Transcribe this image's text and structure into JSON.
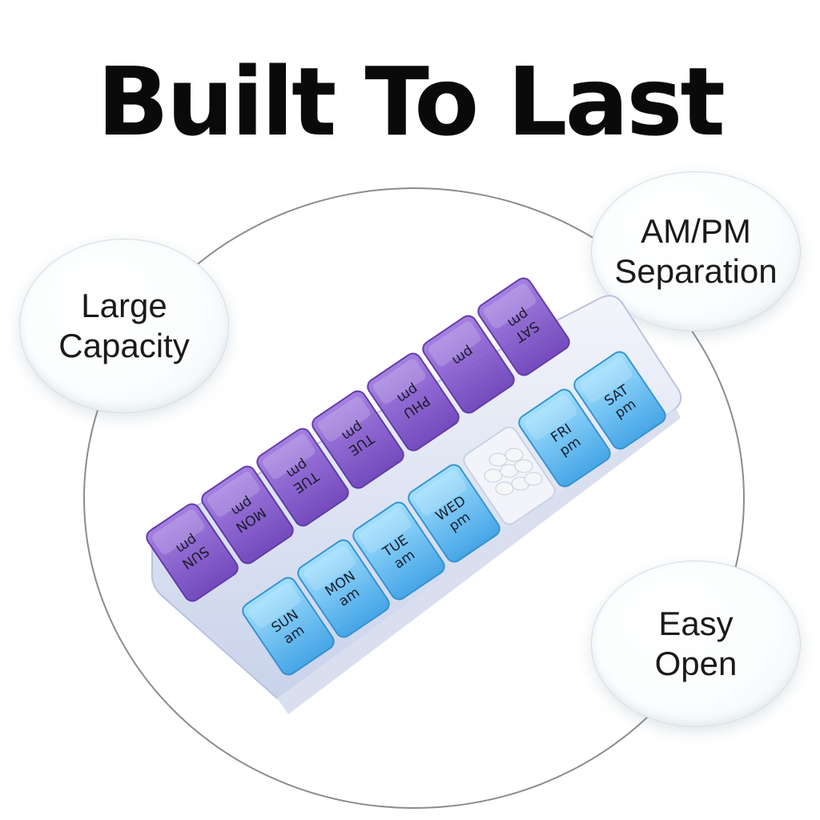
{
  "headline": "Built To Last",
  "features": {
    "capacity": [
      "Large",
      "Capacity"
    ],
    "ampm": [
      "AM/PM",
      "Separation"
    ],
    "open": [
      "Easy",
      "Open"
    ]
  },
  "colors": {
    "pm_lid": "#8a5bd0",
    "am_lid": "#5ab8ee",
    "base": "#e9edf7",
    "pill": "#f4f6f8"
  },
  "compartments": {
    "pm": [
      {
        "day": "SUN",
        "period": "pm"
      },
      {
        "day": "MON",
        "period": "pm"
      },
      {
        "day": "TUE",
        "period": "pm"
      },
      {
        "day": "TUE",
        "period": "pm"
      },
      {
        "day": "PHU",
        "period": "pm"
      },
      {
        "day": "",
        "period": "pm"
      },
      {
        "day": "SAT",
        "period": "pm"
      }
    ],
    "am": [
      {
        "day": "SUN",
        "period": "am"
      },
      {
        "day": "MON",
        "period": "am"
      },
      {
        "day": "TUE",
        "period": "am"
      },
      {
        "day": "WED",
        "period": "pm"
      },
      {
        "day": "",
        "period": ""
      },
      {
        "day": "FRI",
        "period": "pm"
      },
      {
        "day": "SAT",
        "period": "pm"
      }
    ]
  }
}
